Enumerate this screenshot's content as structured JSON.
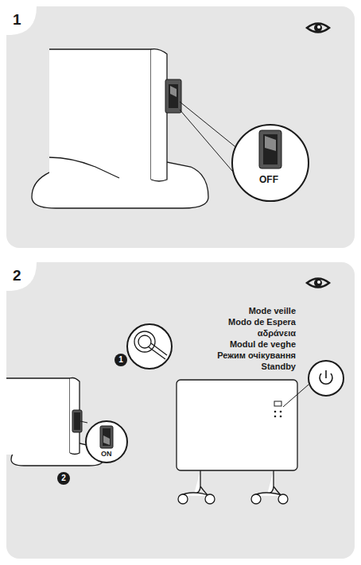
{
  "diagram": {
    "labels": [
      "1",
      "OFF",
      "2",
      "Mode veille",
      "Modo de Espera",
      "αδράνεια",
      "Modul de veghe",
      "Режим очікування",
      "Standby",
      "1",
      "ON",
      "2"
    ]
  }
}
